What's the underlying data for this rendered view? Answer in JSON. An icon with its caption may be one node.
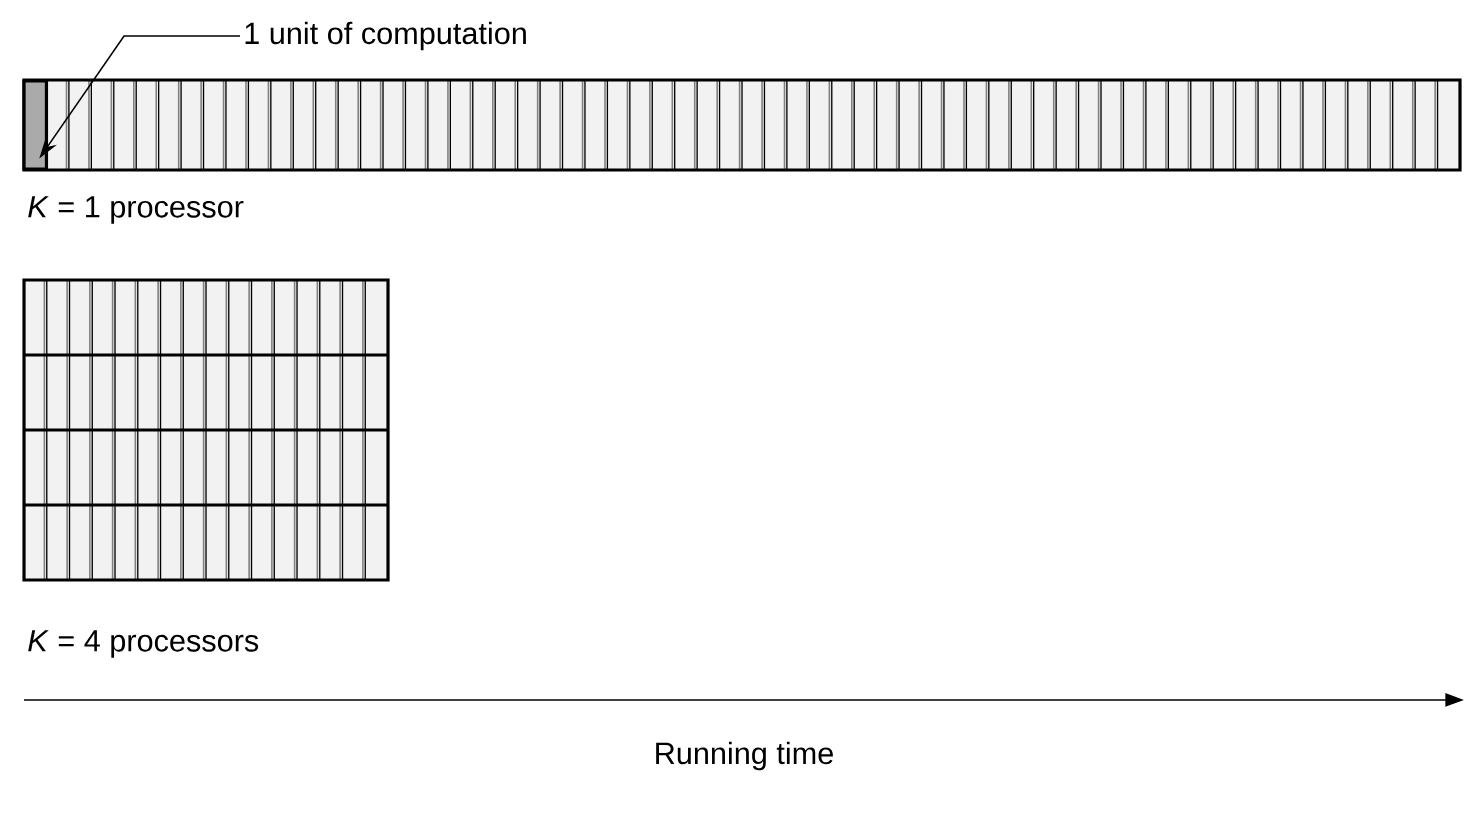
{
  "diagram": {
    "nodes": [
      {
        "text": [
          "1 unit of computation"
        ]
      },
      {
        "text": [],
        "shape": "box"
      }
    ],
    "edges": [
      {
        "from": 0,
        "to": 1,
        "arrow": "to"
      }
    ],
    "labels": [
      "*K* = 1 processor",
      "*K* = 4 processors",
      "Running time"
    ]
  }
}
